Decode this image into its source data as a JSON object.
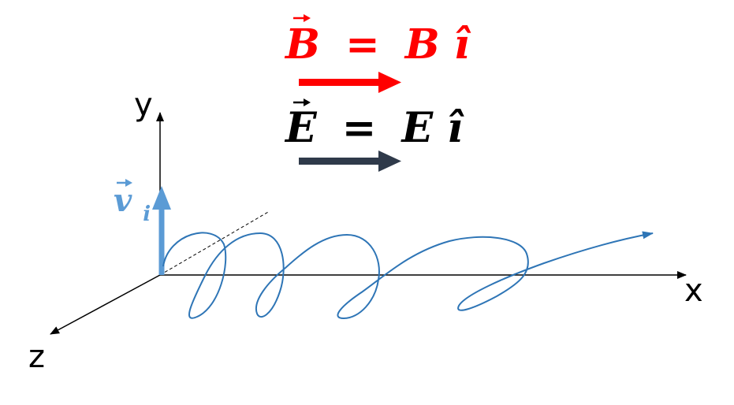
{
  "equations": {
    "b_field": {
      "lhs": "B",
      "rhs_var": "B",
      "unit_vector": "î",
      "color": "#ff0000"
    },
    "e_field": {
      "lhs": "E",
      "rhs_var": "E",
      "unit_vector": "î",
      "color": "#000000"
    },
    "equals": "="
  },
  "arrows": {
    "b_arrow_color": "#ff0000",
    "e_arrow_color": "#2f3a4a"
  },
  "axes": {
    "x_label": "x",
    "y_label": "y",
    "z_label": "z",
    "color": "#000000"
  },
  "velocity": {
    "symbol": "v",
    "subscript": "i",
    "color": "#5b9bd5"
  },
  "trajectory": {
    "color": "#2e75b6"
  }
}
